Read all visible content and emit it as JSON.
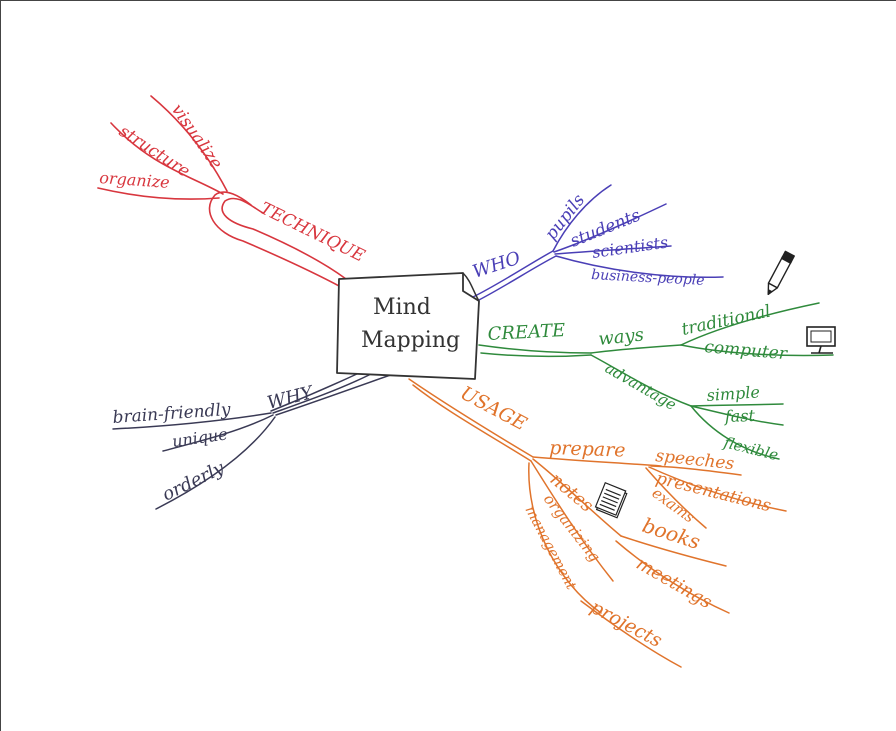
{
  "center": {
    "line1": "Mind",
    "line2": "Mapping"
  },
  "colors": {
    "technique": "#d8363e",
    "who": "#4a3fb6",
    "create": "#2f8a3c",
    "usage": "#e0742c",
    "why": "#3a3a55",
    "box": "#333333"
  },
  "technique": {
    "label": "TECHNIQUE",
    "items": [
      "visualize",
      "structure",
      "organize"
    ]
  },
  "who": {
    "label": "WHO",
    "items": [
      "pupils",
      "students",
      "scientists",
      "business-people"
    ]
  },
  "create": {
    "label": "CREATE",
    "ways": {
      "label": "ways",
      "items": [
        "traditional",
        "computer"
      ]
    },
    "advantage": {
      "label": "advantage",
      "items": [
        "simple",
        "fast",
        "flexible"
      ]
    }
  },
  "why": {
    "label": "WHY",
    "items": [
      "brain-friendly",
      "unique",
      "orderly"
    ]
  },
  "usage": {
    "label": "USAGE",
    "prepare": {
      "label": "prepare",
      "items": [
        "speeches",
        "presentations",
        "exams"
      ]
    },
    "notes": {
      "label": "notes",
      "items": [
        "books",
        "meetings"
      ]
    },
    "organizing": "organizing",
    "management": {
      "label": "management",
      "items": [
        "projects"
      ]
    }
  },
  "icons": [
    "pen-icon",
    "computer-monitor-icon",
    "notebook-icon"
  ]
}
